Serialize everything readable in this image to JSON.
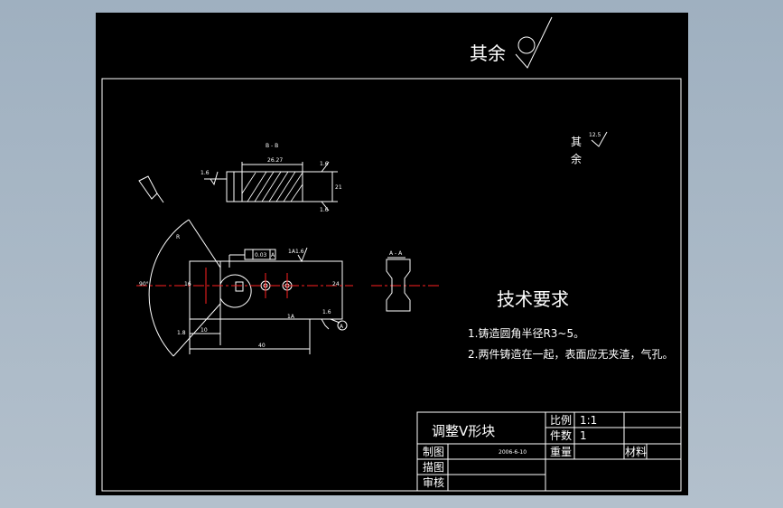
{
  "drawing": {
    "top_note": "其余",
    "side_note_line1": "其",
    "side_note_line2": "余",
    "side_roughness": "12.5",
    "tech_title": "技术要求",
    "tech_items": [
      "1.铸造圆角半径R3~5。",
      "2.两件铸造在一起，表面应无夹渣，气孔。"
    ],
    "dims": {
      "section_top_label": "B - B",
      "section_right_label": "A - A",
      "sec_dim": "26.27",
      "rough_a": "1.6",
      "rough_b": "1.6",
      "rough_c": "1.6",
      "rough_d": "1.6",
      "rough_e": "1.6",
      "sec_height": "21",
      "tolerance_box": "0.03",
      "datum_letter": "A",
      "dim_10": "10",
      "dim_40": "40",
      "dim_16": "16",
      "dim_24": "24",
      "dim_1a": "1A",
      "dim_1a_b": "1A",
      "arc_r": "R",
      "arc_angle": "90°",
      "arc_small": "1.8"
    }
  },
  "title_block": {
    "part_name": "调整V形块",
    "scale_label": "比例",
    "scale_value": "1:1",
    "count_label": "件数",
    "count_value": "1",
    "weight_label": "重量",
    "material_label": "材料",
    "drawn_label": "制图",
    "drawn_date": "2006-6-10",
    "draft_label": "描图",
    "check_label": "审核"
  }
}
